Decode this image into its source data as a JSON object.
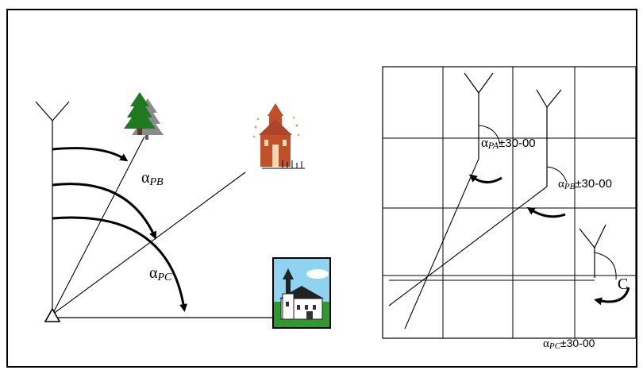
{
  "left_diagram": {
    "angle_pb": {
      "alpha": "α",
      "sub": "PB"
    },
    "angle_pc": {
      "alpha": "α",
      "sub": "PC"
    }
  },
  "right_diagram": {
    "angle_pa": {
      "alpha": "α",
      "sub": "PA",
      "value": "±30-00"
    },
    "angle_pb": {
      "alpha": "α",
      "sub": "PB",
      "value": "±30-00"
    },
    "angle_pc": {
      "alpha": "α",
      "sub": "PC",
      "value": "±30-00"
    },
    "point_c": "C"
  },
  "colors": {
    "tree_front": "#1f7a1f",
    "tree_back": "#8a8a8a",
    "church_brick": "#c0502a",
    "church_sky": "#8fd3f0",
    "church_grass": "#2e9a2e"
  }
}
